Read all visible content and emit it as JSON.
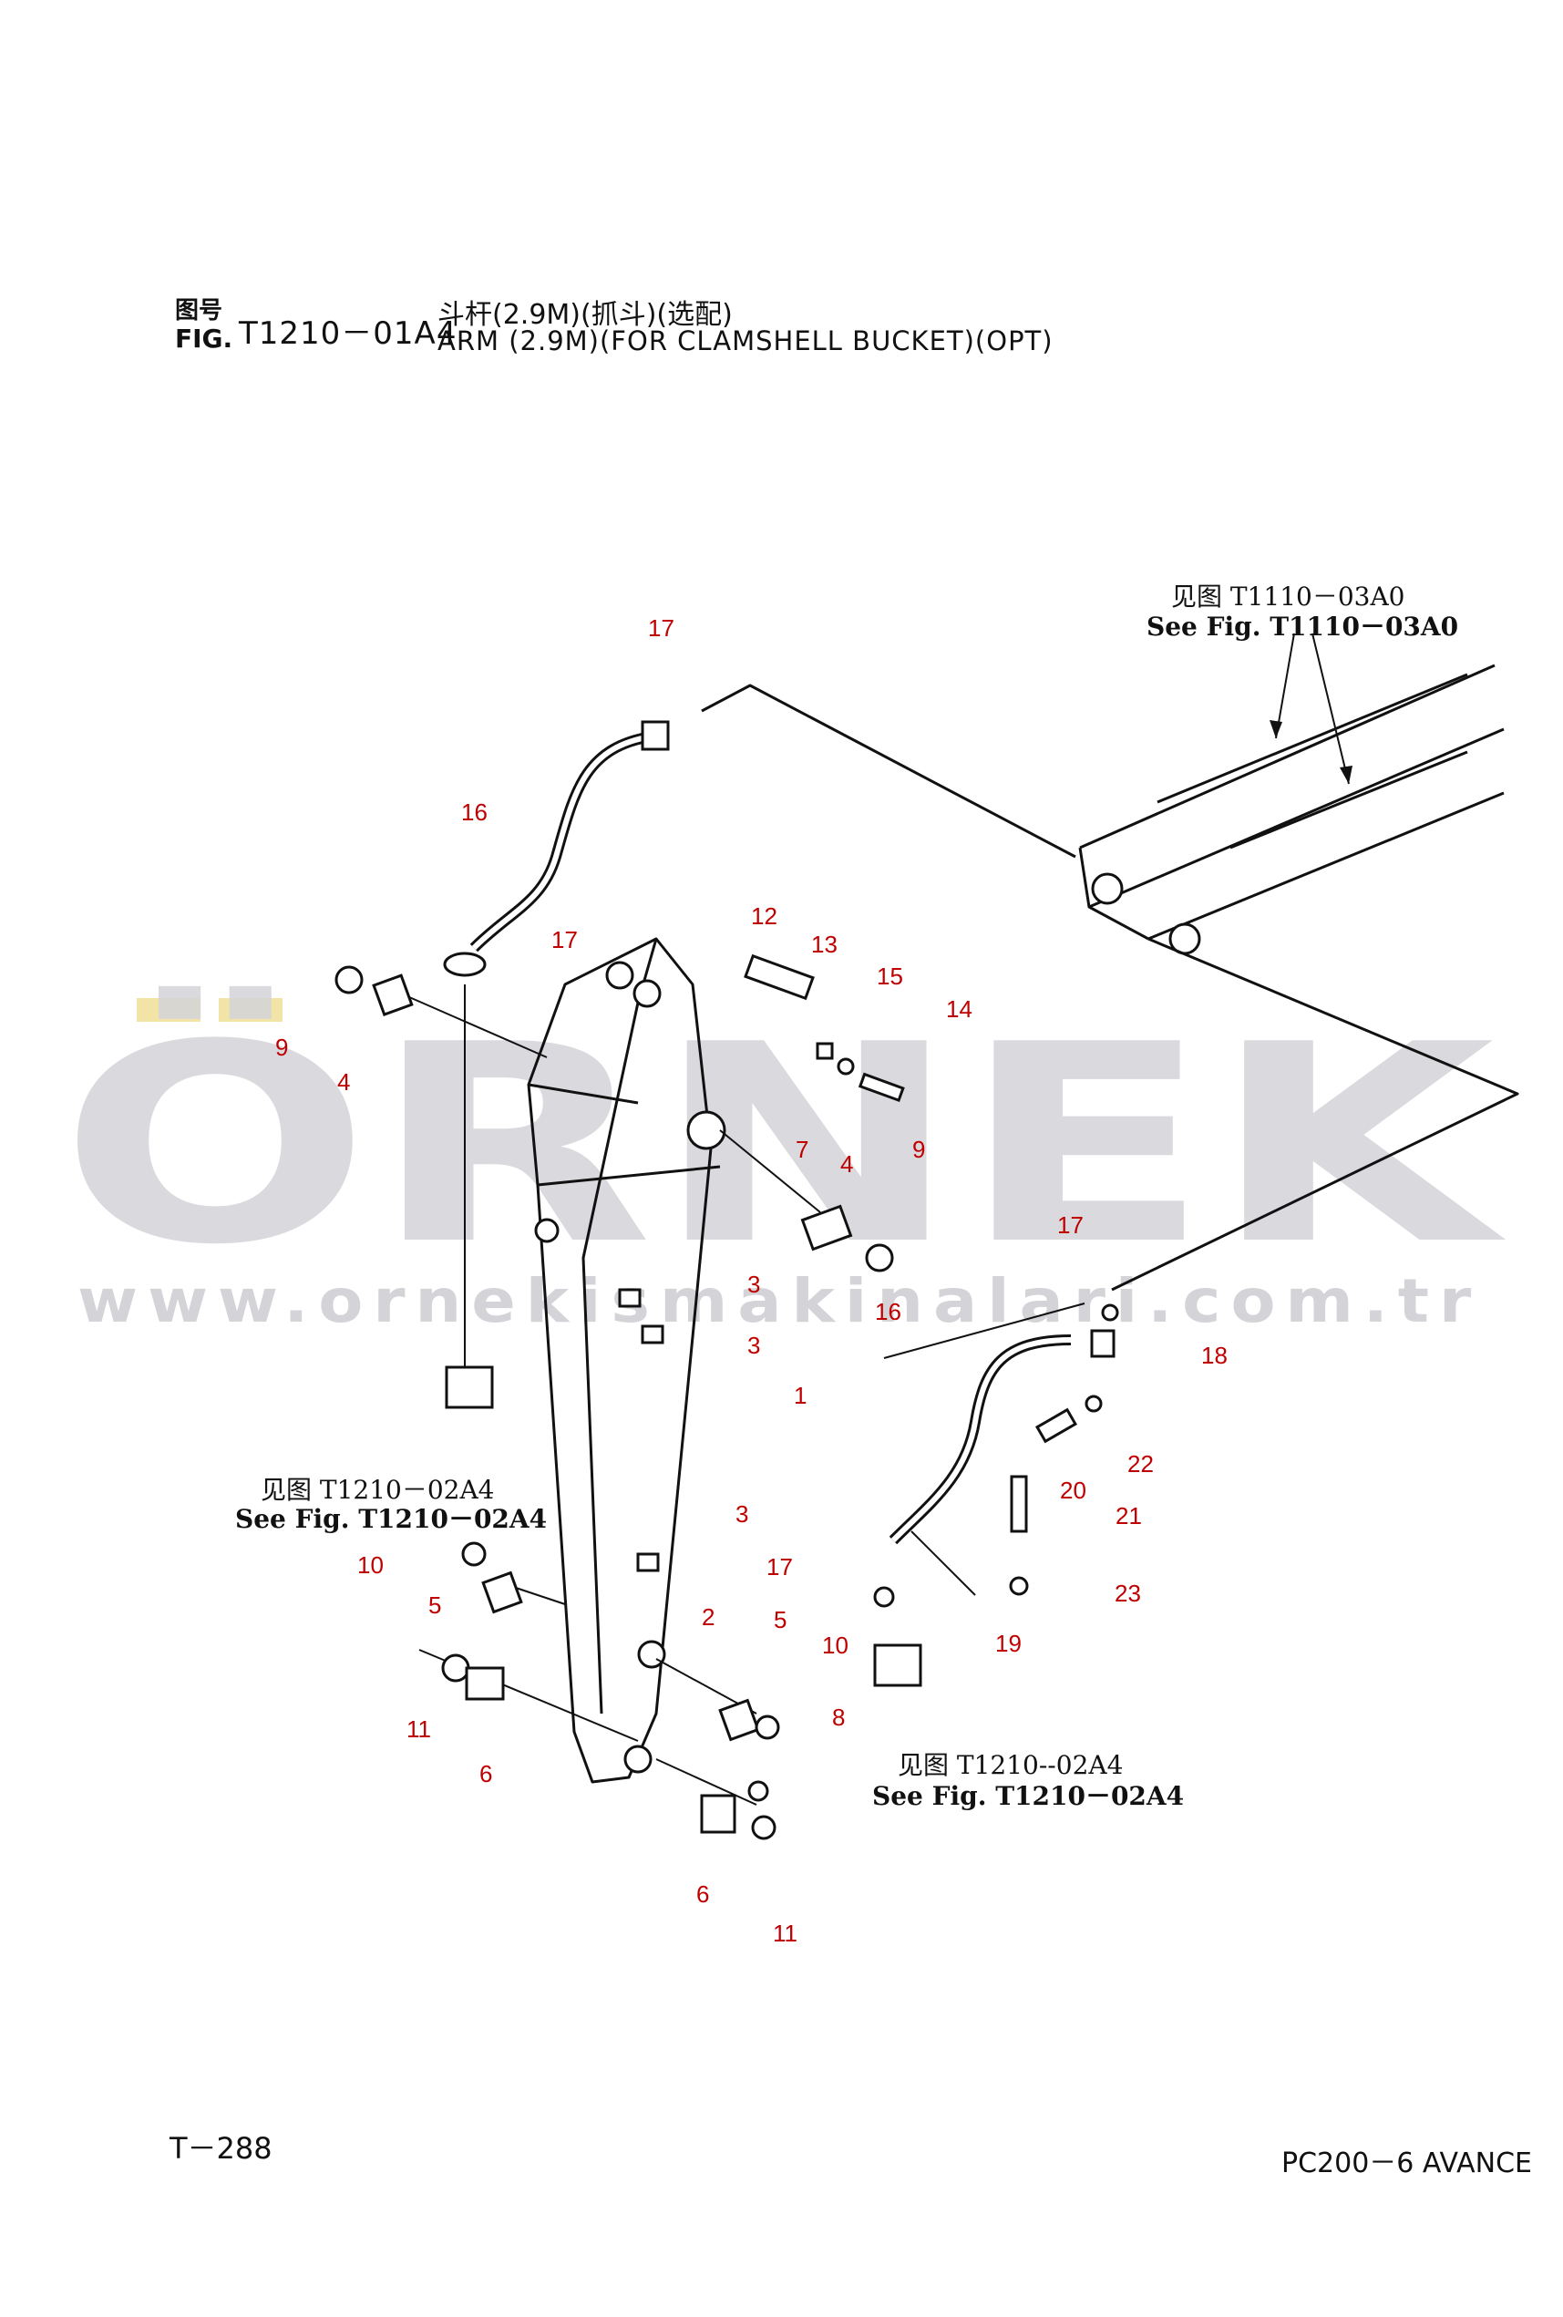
{
  "header": {
    "chinese_prefix": "图号",
    "fig_prefix": "FIG.",
    "figure_code": "T1210－01A4",
    "title_chinese": "斗杆(2.9M)(抓斗)(选配)",
    "title_english": "ARM (2.9M)(FOR CLAMSHELL BUCKET)(OPT)"
  },
  "watermark": {
    "brand": "ÖRNEK",
    "url": "www.ornekismakinalari.com.tr"
  },
  "references": [
    {
      "cn": "见图 T1110－03A0",
      "en": "See Fig. T1110－03A0"
    },
    {
      "cn": "见图 T1210－02A4",
      "en": "See Fig. T1210－02A4"
    },
    {
      "cn": "见图 T1210--02A4",
      "en": "See Fig. T1210－02A4"
    }
  ],
  "callouts": [
    "17",
    "16",
    "17",
    "9",
    "4",
    "12",
    "13",
    "15",
    "14",
    "7",
    "4",
    "9",
    "17",
    "16",
    "18",
    "3",
    "3",
    "1",
    "22",
    "20",
    "21",
    "3",
    "10",
    "5",
    "17",
    "23",
    "19",
    "2",
    "5",
    "10",
    "11",
    "6",
    "8",
    "6",
    "11"
  ],
  "footer": {
    "page": "T－288",
    "model": "PC200－6 AVANCE"
  },
  "colors": {
    "callout": "#c00000",
    "line": "#111111",
    "watermark": "#d4d4d9",
    "watermark_accent": "#f2e3a6"
  }
}
